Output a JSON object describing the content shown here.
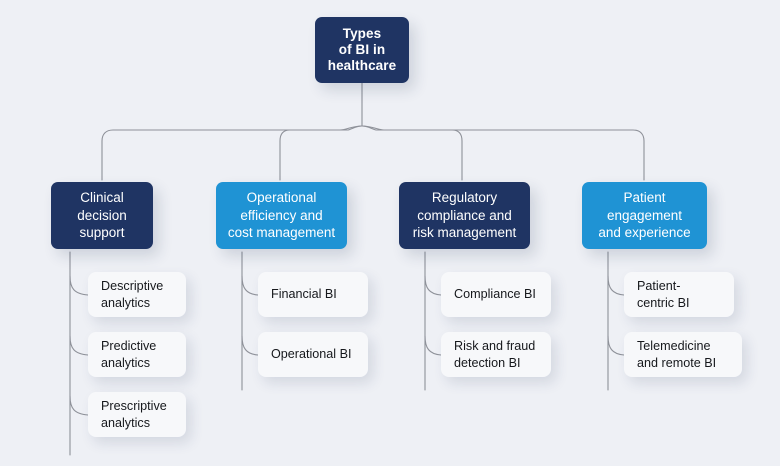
{
  "diagram": {
    "type": "hierarchy-tree",
    "background_color": "#eef0f5",
    "root": {
      "label": "Types\nof BI in\nhealthcare",
      "line1": "Types",
      "line2": "of BI in",
      "line3": "healthcare",
      "color": "#1f3463",
      "text_color": "#ffffff"
    },
    "colors": {
      "navy": "#1f3463",
      "blue": "#1f93d4",
      "leaf_bg": "#f7f8fa",
      "connector": "#8e9199",
      "leaf_text": "#16181c"
    },
    "branches": [
      {
        "label": "Clinical\ndecision\nsupport",
        "line1": "Clinical",
        "line2": "decision",
        "line3": "support",
        "color": "#1f3463",
        "children": [
          {
            "label": "Descriptive\nanalytics",
            "line1": "Descriptive",
            "line2": "analytics"
          },
          {
            "label": "Predictive\nanalytics",
            "line1": "Predictive",
            "line2": "analytics"
          },
          {
            "label": "Prescriptive\nanalytics",
            "line1": "Prescriptive",
            "line2": "analytics"
          }
        ]
      },
      {
        "label": "Operational\nefficiency and\ncost management",
        "line1": "Operational",
        "line2": "efficiency and",
        "line3": "cost management",
        "color": "#1f93d4",
        "children": [
          {
            "label": "Financial BI",
            "line1": "Financial BI",
            "line2": ""
          },
          {
            "label": "Operational BI",
            "line1": "Operational BI",
            "line2": ""
          }
        ]
      },
      {
        "label": "Regulatory\ncompliance and\nrisk management",
        "line1": "Regulatory",
        "line2": "compliance and",
        "line3": "risk management",
        "color": "#1f3463",
        "children": [
          {
            "label": "Compliance BI",
            "line1": "Compliance BI",
            "line2": ""
          },
          {
            "label": "Risk and fraud\ndetection BI",
            "line1": "Risk and fraud",
            "line2": "detection BI"
          }
        ]
      },
      {
        "label": "Patient\nengagement\nand experience",
        "line1": "Patient",
        "line2": "engagement",
        "line3": "and experience",
        "color": "#1f93d4",
        "children": [
          {
            "label": "Patient-\ncentric BI",
            "line1": "Patient-",
            "line2": "centric BI"
          },
          {
            "label": "Telemedicine\nand remote BI",
            "line1": "Telemedicine",
            "line2": "and remote BI"
          }
        ]
      }
    ]
  }
}
